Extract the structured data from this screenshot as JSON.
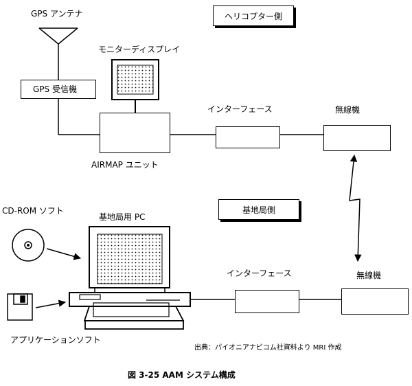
{
  "labels": {
    "gps_antenna": "GPS アンテナ",
    "gps_receiver": "GPS 受信機",
    "monitor_display": "モニターディスプレイ",
    "airmap_unit": "AIRMAP ユニット",
    "interface_top": "インターフェース",
    "radio_top": "無線機",
    "helicopter_side": "ヘリコプター側",
    "base_station_side": "基地局側",
    "cdrom_software": "CD-ROM ソフト",
    "base_pc": "基地局用 PC",
    "interface_bottom": "インターフェース",
    "radio_bottom": "無線機",
    "application_software": "アプリケーションソフト",
    "source_note": "出典：パイオニアナビコム社資料より MRI 作成",
    "figure_caption": "図 3-25 AAM システム構成"
  },
  "colors": {
    "line": "#000000",
    "background": "#ffffff"
  },
  "icons": [
    "antenna-icon",
    "monitor-icon",
    "cd-icon",
    "floppy-disk-icon",
    "pc-icon"
  ]
}
